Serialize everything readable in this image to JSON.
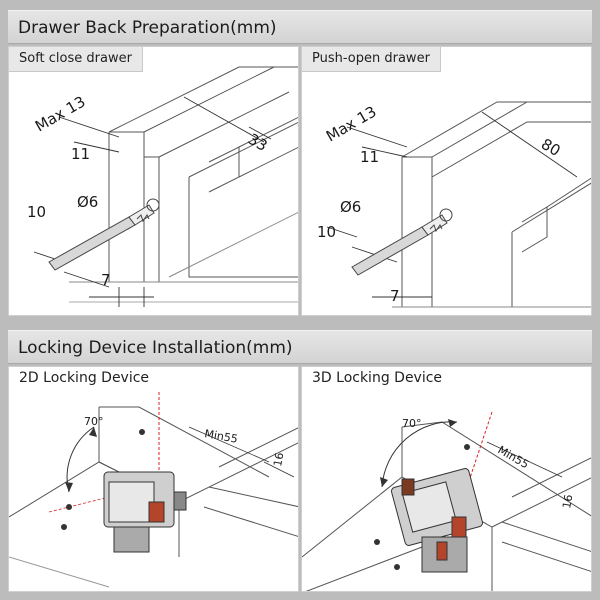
{
  "sections": {
    "prep_title": "Drawer Back Preparation(mm)",
    "lock_title": "Locking Device Installation(mm)"
  },
  "soft": {
    "title": "Soft close drawer",
    "max": "Max 13",
    "d11": "11",
    "d33": "33",
    "d6": "Ø6",
    "d10": "10",
    "d7": "7"
  },
  "push": {
    "title": "Push-open drawer",
    "max": "Max 13",
    "d11": "11",
    "d80": "80",
    "d6": "Ø6",
    "d10": "10",
    "d7": "7"
  },
  "lock2d": {
    "title": "2D Locking Device",
    "angle": "70°",
    "min": "Min55",
    "d16": "16"
  },
  "lock3d": {
    "title": "3D Locking Device",
    "angle": "70°",
    "min": "Min55",
    "d16": "16"
  }
}
